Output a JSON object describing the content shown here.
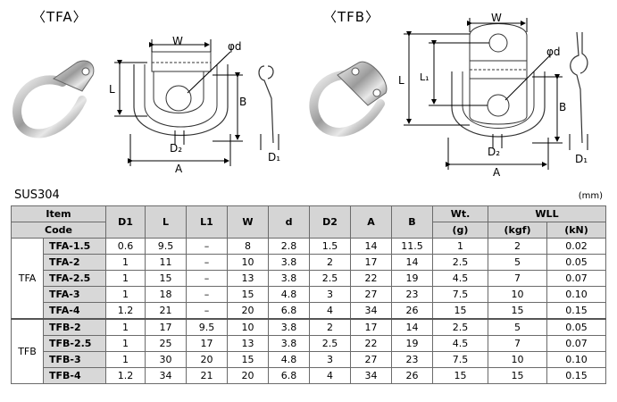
{
  "figures": {
    "tfa": {
      "title": "〈TFA〉",
      "labels": {
        "W": "W",
        "phid": "φd",
        "L": "L",
        "B": "B",
        "D2": "D₂",
        "A": "A",
        "D1": "D₁"
      }
    },
    "tfb": {
      "title": "〈TFB〉",
      "labels": {
        "W": "W",
        "phid": "φd",
        "L": "L",
        "L1": "L₁",
        "B": "B",
        "D2": "D₂",
        "A": "A",
        "D1": "D₁"
      }
    }
  },
  "material": "SUS304",
  "unit": "(mm)",
  "table": {
    "header": {
      "item": "Item",
      "code": "Code",
      "D1": "D1",
      "L": "L",
      "L1": "L1",
      "W": "W",
      "d": "d",
      "D2": "D2",
      "A": "A",
      "B": "B",
      "wt": "Wt.",
      "wt_unit": "(g)",
      "wll": "WLL",
      "kgf": "(kgf)",
      "kn": "(kN)"
    },
    "groups": [
      {
        "name": "TFA",
        "rows": [
          {
            "code": "TFA-1.5",
            "D1": "0.6",
            "L": "9.5",
            "L1": "–",
            "W": "8",
            "d": "2.8",
            "D2": "1.5",
            "A": "14",
            "B": "11.5",
            "wt": "1",
            "kgf": "2",
            "kn": "0.02"
          },
          {
            "code": "TFA-2",
            "D1": "1",
            "L": "11",
            "L1": "–",
            "W": "10",
            "d": "3.8",
            "D2": "2",
            "A": "17",
            "B": "14",
            "wt": "2.5",
            "kgf": "5",
            "kn": "0.05"
          },
          {
            "code": "TFA-2.5",
            "D1": "1",
            "L": "15",
            "L1": "–",
            "W": "13",
            "d": "3.8",
            "D2": "2.5",
            "A": "22",
            "B": "19",
            "wt": "4.5",
            "kgf": "7",
            "kn": "0.07"
          },
          {
            "code": "TFA-3",
            "D1": "1",
            "L": "18",
            "L1": "–",
            "W": "15",
            "d": "4.8",
            "D2": "3",
            "A": "27",
            "B": "23",
            "wt": "7.5",
            "kgf": "10",
            "kn": "0.10"
          },
          {
            "code": "TFA-4",
            "D1": "1.2",
            "L": "21",
            "L1": "–",
            "W": "20",
            "d": "6.8",
            "D2": "4",
            "A": "34",
            "B": "26",
            "wt": "15",
            "kgf": "15",
            "kn": "0.15"
          }
        ]
      },
      {
        "name": "TFB",
        "rows": [
          {
            "code": "TFB-2",
            "D1": "1",
            "L": "17",
            "L1": "9.5",
            "W": "10",
            "d": "3.8",
            "D2": "2",
            "A": "17",
            "B": "14",
            "wt": "2.5",
            "kgf": "5",
            "kn": "0.05"
          },
          {
            "code": "TFB-2.5",
            "D1": "1",
            "L": "25",
            "L1": "17",
            "W": "13",
            "d": "3.8",
            "D2": "2.5",
            "A": "22",
            "B": "19",
            "wt": "4.5",
            "kgf": "7",
            "kn": "0.07"
          },
          {
            "code": "TFB-3",
            "D1": "1",
            "L": "30",
            "L1": "20",
            "W": "15",
            "d": "4.8",
            "D2": "3",
            "A": "27",
            "B": "23",
            "wt": "7.5",
            "kgf": "10",
            "kn": "0.10"
          },
          {
            "code": "TFB-4",
            "D1": "1.2",
            "L": "34",
            "L1": "21",
            "W": "20",
            "d": "6.8",
            "D2": "4",
            "A": "34",
            "B": "26",
            "wt": "15",
            "kgf": "15",
            "kn": "0.15"
          }
        ]
      }
    ]
  }
}
